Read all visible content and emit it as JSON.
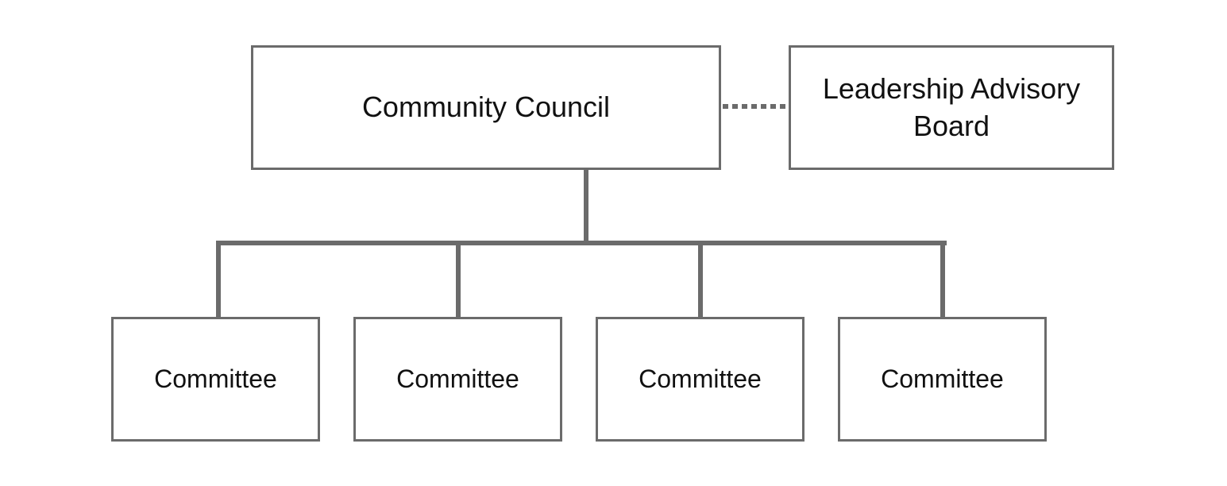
{
  "diagram": {
    "root": {
      "label": "Community Council"
    },
    "advisory": {
      "label": "Leadership Advisory Board"
    },
    "committees": [
      {
        "label": "Committee"
      },
      {
        "label": "Committee"
      },
      {
        "label": "Committee"
      },
      {
        "label": "Committee"
      }
    ],
    "colors": {
      "line": "#6b6b6b",
      "box_border": "#6b6b6b",
      "text": "#111111"
    }
  }
}
